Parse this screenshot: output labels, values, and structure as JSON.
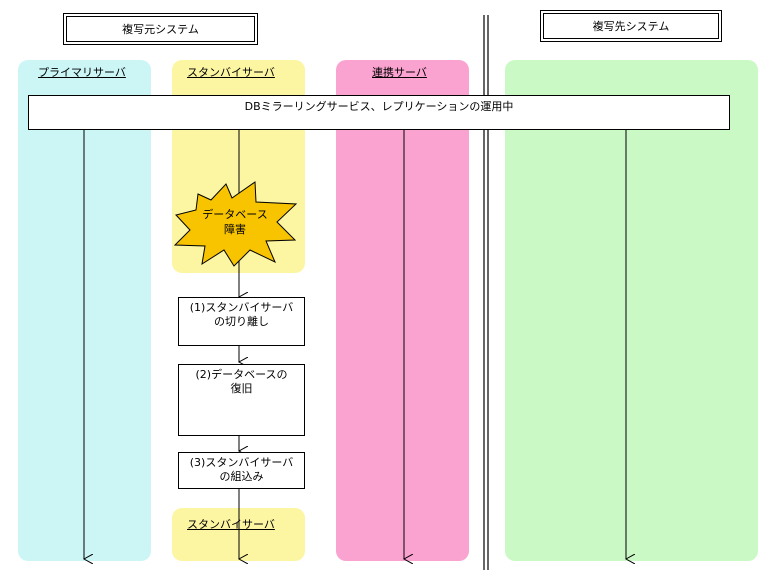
{
  "systems": {
    "source": "複写元システム",
    "target": "複写先システム"
  },
  "lanes": {
    "primary": "プライマリサーバ",
    "standby": "スタンバイサーバ",
    "linkage": "連携サーバ",
    "standby_rejoined": "スタンバイサーバ"
  },
  "banner": "DBミラーリングサービス、レプリケーションの運用中",
  "failure": {
    "line1": "データベース",
    "line2": "障害"
  },
  "steps": [
    {
      "line1": "(1)スタンバイサーバ",
      "line2": "の切り離し"
    },
    {
      "line1": "(2)データベースの",
      "line2": "復旧"
    },
    {
      "line1": "(3)スタンバイサーバ",
      "line2": "の組込み"
    }
  ],
  "colors": {
    "primary_lane": "#ccf6f6",
    "standby_lane": "#fcf6a3",
    "linkage_lane": "#fba3d0",
    "target_lane": "#cbf9c6",
    "failure_burst": "#f8c400"
  }
}
